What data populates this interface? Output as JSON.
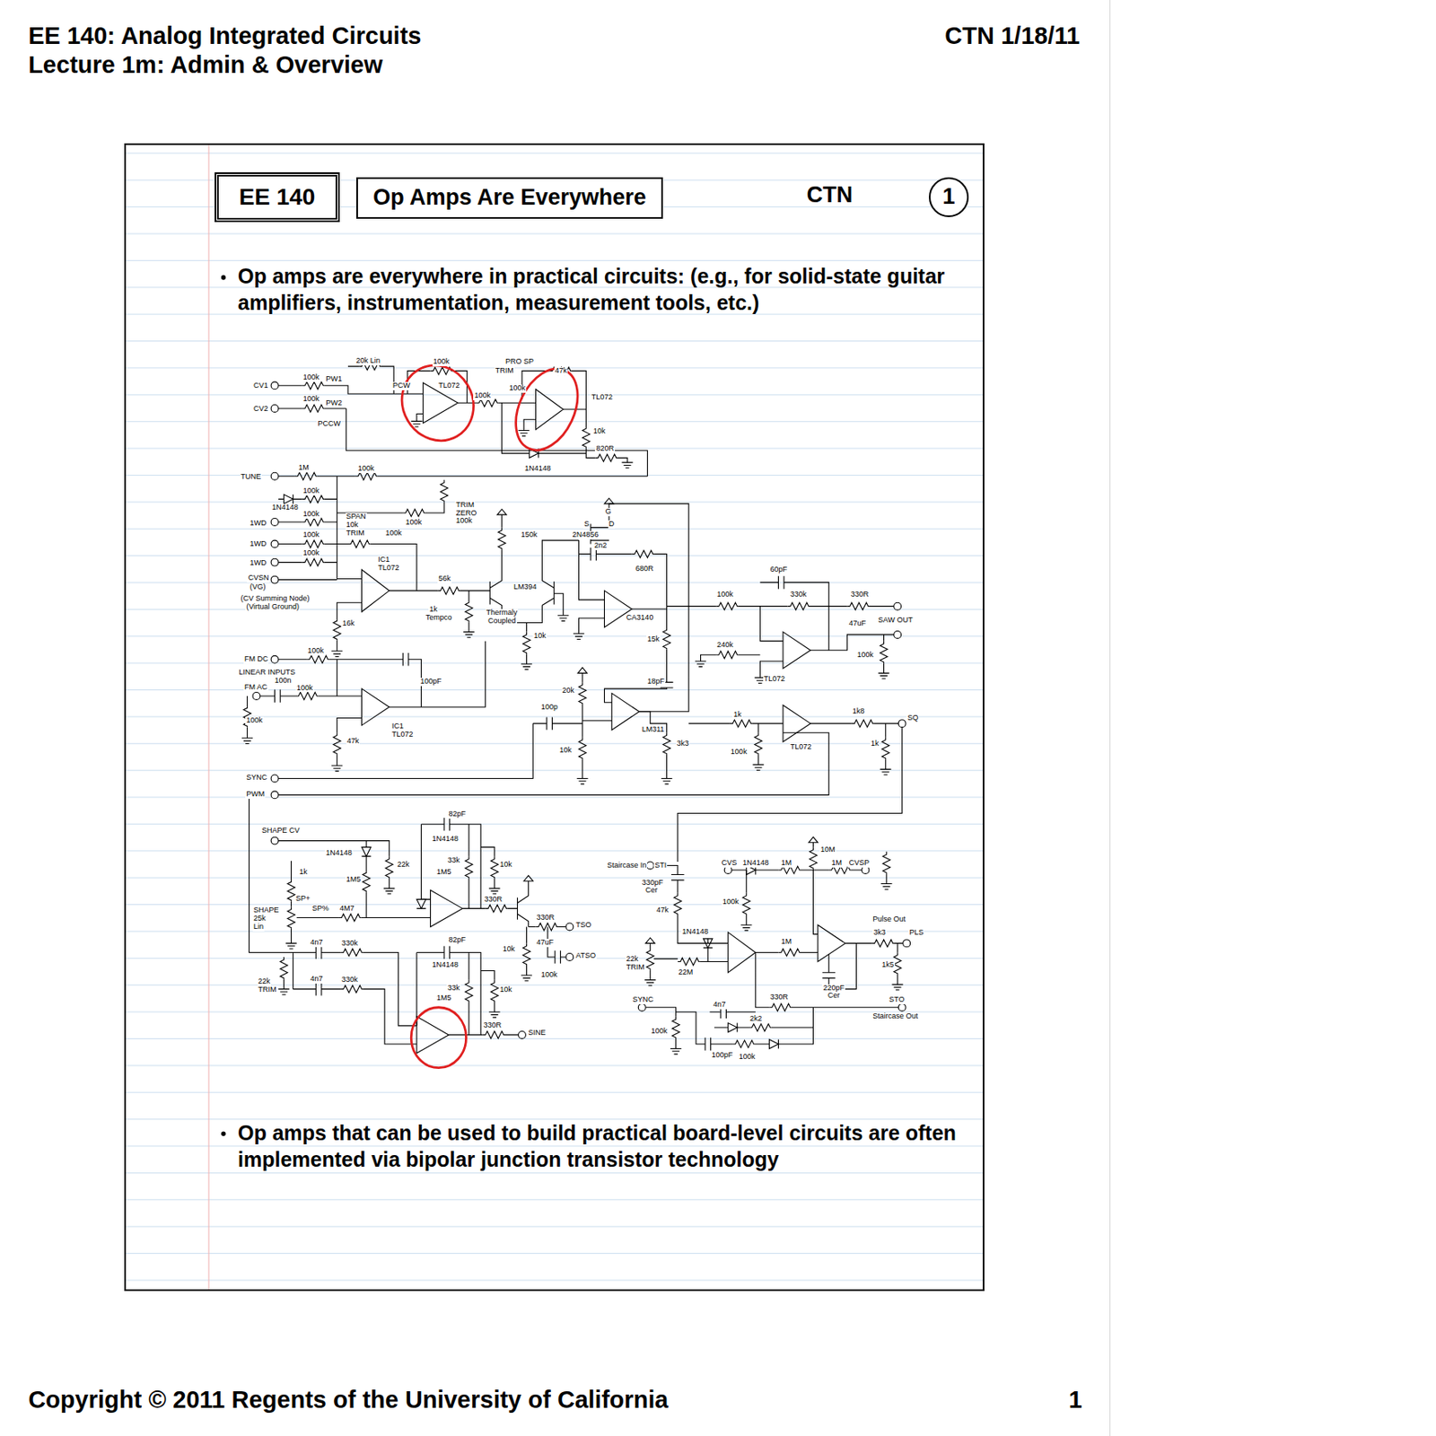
{
  "diagram": {
    "nodes": [
      {
        "text": [
          "Op amps are everywhere in practical circuits: (e.g., for solid-state guitar amplifiers, instrumentation, measurement tools, etc.)",
          "Op amps that can be used to build practical board-level circuits are often implemented via bipolar junction transistor technology"
        ]
      },
      {
        "text": [
          "EE 140"
        ],
        "in": 0
      },
      {
        "text": [
          "Op Amps Are Everywhere"
        ],
        "in": 0
      },
      {
        "text": [
          "1"
        ],
        "in": 0
      }
    ],
    "labels": [
      "EE 140: Analog Integrated Circuits",
      "Lecture 1m: Admin & Overview",
      "CTN 1/18/11",
      "CTN",
      "Copyright © 2011 Regents of the University of California",
      "1",
      "CV1",
      "CV2",
      "100k",
      "PW1",
      "100k",
      "PW2",
      "20k Lin",
      "PCW",
      "PCCW",
      "100k",
      "TL072",
      "100k",
      "PRO SP",
      "TRIM",
      "100k",
      "47k",
      "TL072",
      "10k",
      "1N4148",
      "820R",
      "TUNE",
      "1M",
      "100k",
      "1N4148",
      "100k",
      "100k",
      "1WD",
      "SPAN",
      "10k",
      "TRIM",
      "100k",
      "100k",
      "1WD",
      "100k",
      "1WD",
      "TRIM",
      "ZERO",
      "100k",
      "100k",
      "IC1",
      "TL072",
      "CVSN",
      "(VG)",
      "(CV Summing Node)",
      "(Virtual Ground)",
      "16k",
      "56k",
      "150k",
      "LM394",
      "Thermaly",
      "Coupled",
      "1k",
      "Tempco",
      "10k",
      "G",
      "S",
      "D",
      "2N4856",
      "2n2",
      "680R",
      "CA3140",
      "100k",
      "60pF",
      "330k",
      "330R",
      "47uF",
      "SAW OUT",
      "240k",
      "15k",
      "100k",
      "TL072",
      "FM DC",
      "100k",
      "LINEAR INPUTS",
      "FM AC",
      "100n",
      "100k",
      "100pF",
      "IC1",
      "TL072",
      "100k",
      "47k",
      "20k",
      "18pF",
      "100p",
      "LM311",
      "10k",
      "3k3",
      "1k",
      "100k",
      "TL072",
      "1k8",
      "SQ",
      "1k",
      "SYNC",
      "PWM",
      "SHAPE CV",
      "1N4148",
      "22k",
      "82pF",
      "1N4148",
      "33k",
      "1M5",
      "10k",
      "1M5",
      "1k",
      "SP+",
      "SHAPE",
      "25k",
      "Lin",
      "SP%",
      "4M7",
      "330R",
      "330R",
      "TSO",
      "47uF",
      "ATSO",
      "10k",
      "100k",
      "4n7",
      "330k",
      "4n7",
      "330k",
      "22k",
      "TRIM",
      "82pF",
      "1N4148",
      "33k",
      "1M5",
      "10k",
      "330R",
      "SINE",
      "Staircase In",
      "STI",
      "330pF",
      "Cer",
      "47k",
      "CVS",
      "1N4148",
      "1M",
      "1M",
      "CVSP",
      "10M",
      "100k",
      "1N4148",
      "22k",
      "TRIM",
      "22M",
      "1M",
      "Pulse Out",
      "3k3",
      "PLS",
      "1k5",
      "220pF",
      "Cer",
      "330R",
      "STO",
      "Staircase Out",
      "SYNC",
      "100k",
      "4n7",
      "2k2",
      "100pF",
      "100k"
    ]
  }
}
